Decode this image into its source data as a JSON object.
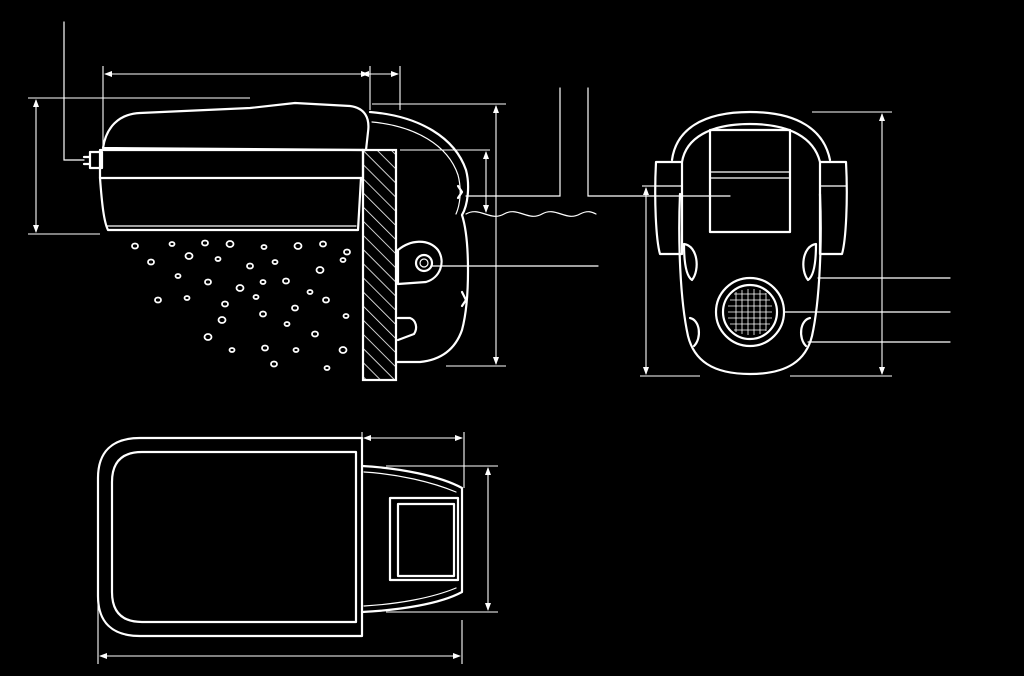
{
  "drawing": {
    "background": "#000000",
    "line_color": "#ffffff",
    "views": [
      {
        "id": "side-view",
        "icon": "side-elevation-icon"
      },
      {
        "id": "front-view",
        "icon": "front-elevation-icon"
      },
      {
        "id": "top-view",
        "icon": "plan-view-icon"
      }
    ]
  }
}
